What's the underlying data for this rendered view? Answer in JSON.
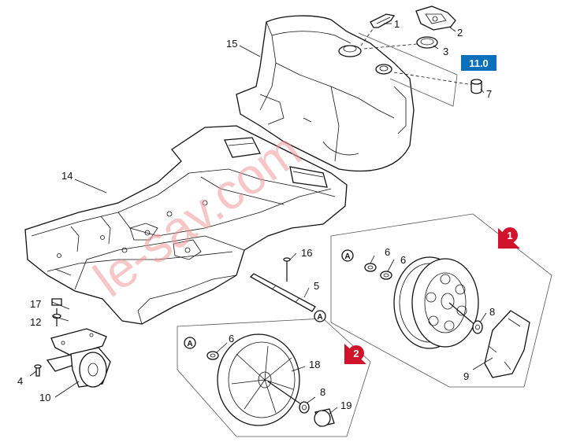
{
  "badge": {
    "label": "11.0",
    "color": "#0a6fbd"
  },
  "markers": [
    {
      "id": "marker-1",
      "label": "1",
      "color": "#d0132a"
    },
    {
      "id": "marker-2",
      "label": "2",
      "color": "#d0132a"
    }
  ],
  "a_symbol": "A",
  "watermark": "le-sav.com",
  "callouts": {
    "c1": "1",
    "c2": "2",
    "c3": "3",
    "c7": "7",
    "c15": "15",
    "c14": "14",
    "c16": "16",
    "c5": "5",
    "c6a": "6",
    "c6b": "6",
    "c6c": "6",
    "c8a": "8",
    "c8b": "8",
    "c9": "9",
    "c17": "17",
    "c12": "12",
    "c4": "4",
    "c10": "10",
    "c18": "18",
    "c19": "19"
  }
}
